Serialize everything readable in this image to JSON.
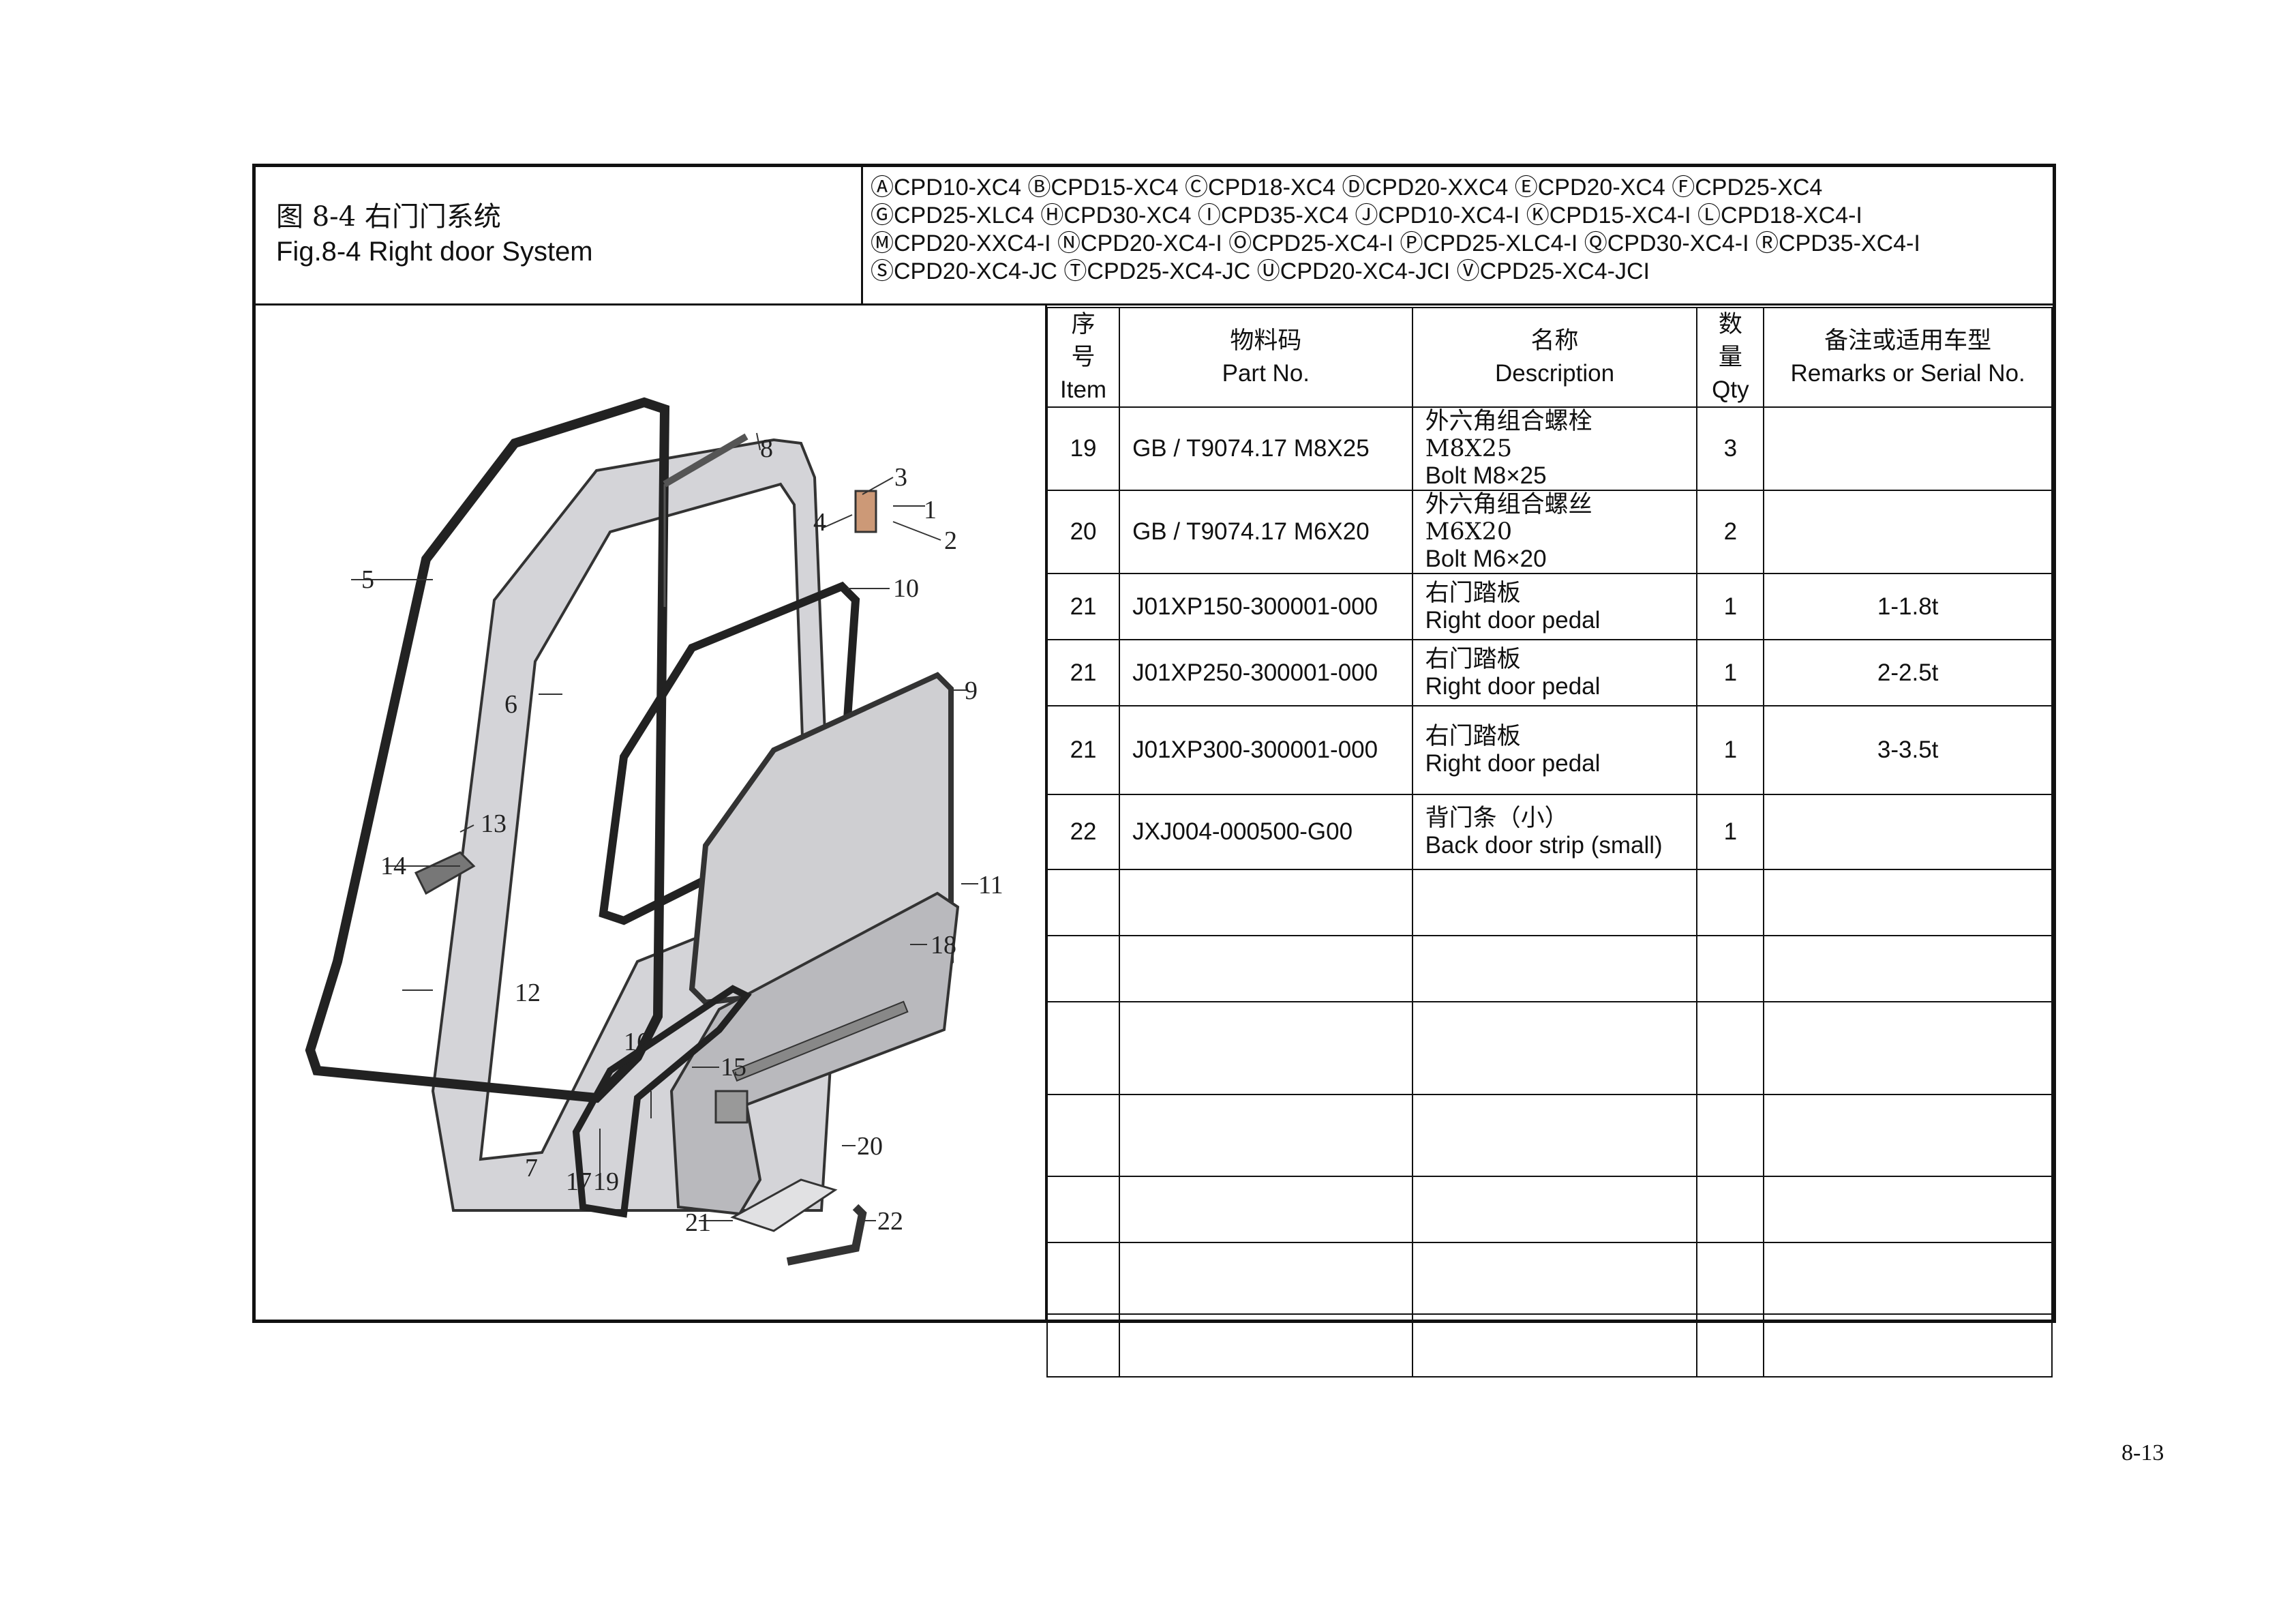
{
  "figure": {
    "title_cn": "图 8-4  右门门系统",
    "title_en": "Fig.8-4 Right door System"
  },
  "models": [
    "ⒶCPD10-XC4  ⒷCPD15-XC4  ⒸCPD18-XC4  ⒹCPD20-XXC4  ⒺCPD20-XC4  ⒻCPD25-XC4",
    "ⒼCPD25-XLC4  ⒽCPD30-XC4  ⒾCPD35-XC4  ⒿCPD10-XC4-I  ⓀCPD15-XC4-I  ⓁCPD18-XC4-I",
    "ⓂCPD20-XXC4-I  ⓃCPD20-XC4-I  ⓄCPD25-XC4-I  ⓅCPD25-XLC4-I  ⓆCPD30-XC4-I  ⓇCPD35-XC4-I",
    "ⓈCPD20-XC4-JC  ⓉCPD25-XC4-JC  ⓊCPD20-XC4-JCI  ⓋCPD25-XC4-JCI"
  ],
  "table": {
    "headers": [
      {
        "cn": "序号",
        "en": "Item"
      },
      {
        "cn": "物料码",
        "en": "Part No."
      },
      {
        "cn": "名称",
        "en": "Description"
      },
      {
        "cn": "数量",
        "en": "Qty"
      },
      {
        "cn": "备注或适用车型",
        "en": "Remarks or Serial No."
      }
    ],
    "rows": [
      {
        "item": "19",
        "part": "GB / T9074.17 M8X25",
        "desc_cn": "外六角组合螺栓 M8X25",
        "desc_en": "Bolt M8×25",
        "qty": "3",
        "remarks": ""
      },
      {
        "item": "20",
        "part": "GB / T9074.17 M6X20",
        "desc_cn": "外六角组合螺丝  M6X20",
        "desc_en": "Bolt M6×20",
        "qty": "2",
        "remarks": ""
      },
      {
        "item": "21",
        "part": "J01XP150-300001-000",
        "desc_cn": "右门踏板",
        "desc_en": "Right door pedal",
        "qty": "1",
        "remarks": "1-1.8t"
      },
      {
        "item": "21",
        "part": "J01XP250-300001-000",
        "desc_cn": "右门踏板",
        "desc_en": "Right door pedal",
        "qty": "1",
        "remarks": "2-2.5t"
      },
      {
        "item": "21",
        "part": "J01XP300-300001-000",
        "desc_cn": "右门踏板",
        "desc_en": "Right door pedal",
        "qty": "1",
        "remarks": "3-3.5t"
      },
      {
        "item": "22",
        "part": "JXJ004-000500-G00",
        "desc_cn": "背门条（小）",
        "desc_en": "Back door strip (small)",
        "qty": "1",
        "remarks": ""
      }
    ]
  },
  "callouts": [
    "1",
    "2",
    "3",
    "4",
    "5",
    "6",
    "7",
    "8",
    "9",
    "10",
    "11",
    "12",
    "13",
    "14",
    "15",
    "16",
    "17",
    "18",
    "19",
    "20",
    "21",
    "22"
  ],
  "page_number": "8-13"
}
